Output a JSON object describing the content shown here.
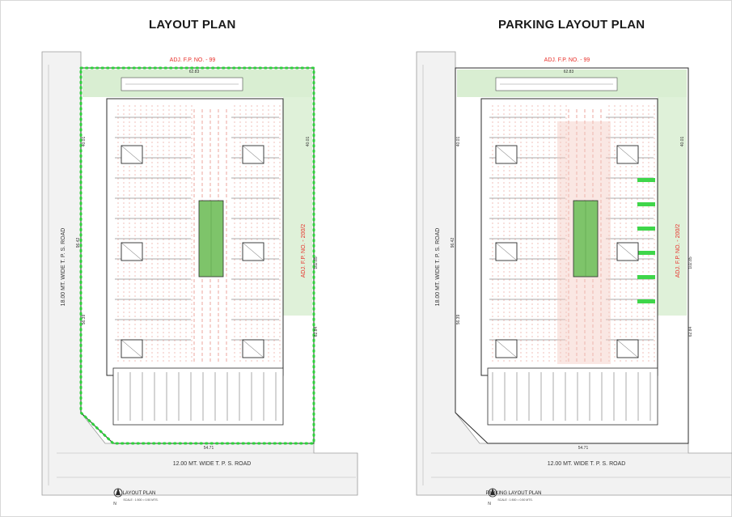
{
  "plans": [
    {
      "title": "LAYOUT PLAN",
      "adj_north": "ADJ. F.P. NO. - 99",
      "adj_east": "ADJ. F.P. NO. - 200/2",
      "road_west": "18.00 MT. WIDE T. P. S. ROAD",
      "road_south": "12.00 MT. WIDE T. P. S. ROAD",
      "dim_top": "62.83",
      "dim_bottom": "54.71",
      "dim_left_a": "40.01",
      "dim_left_b": "56.39",
      "dim_left_c": "96.42",
      "dim_right_a": "102.85",
      "dim_right_b": "62.84",
      "dim_right_c": "40.01",
      "caption": "LAYOUT PLAN",
      "scale": "SCALE : 1:500 = 0.50 MTS."
    },
    {
      "title": "PARKING LAYOUT PLAN",
      "adj_north": "ADJ. F.P. NO. - 99",
      "adj_east": "ADJ. F.P. NO. - 200/2",
      "road_west": "18.00 MT. WIDE T. P. S. ROAD",
      "road_south": "12.00 MT. WIDE T. P. S. ROAD",
      "dim_top": "62.83",
      "dim_bottom": "54.71",
      "dim_left_a": "40.01",
      "dim_left_b": "56.39",
      "dim_left_c": "96.42",
      "dim_right_a": "102.85",
      "dim_right_b": "62.84",
      "dim_right_c": "40.01",
      "caption": "PARKING LAYOUT PLAN",
      "scale": "SCALE : 1:500 = 0.50 MTS."
    }
  ],
  "colors": {
    "adj_text": "#e8302a",
    "garden": "#7ec46a",
    "landscape": "#c9e7bf",
    "boundary_dots": "#2fcf3c",
    "linework": "#2b2b2b",
    "parking": "#d94a3c",
    "road_fill": "#f2f2f2"
  }
}
